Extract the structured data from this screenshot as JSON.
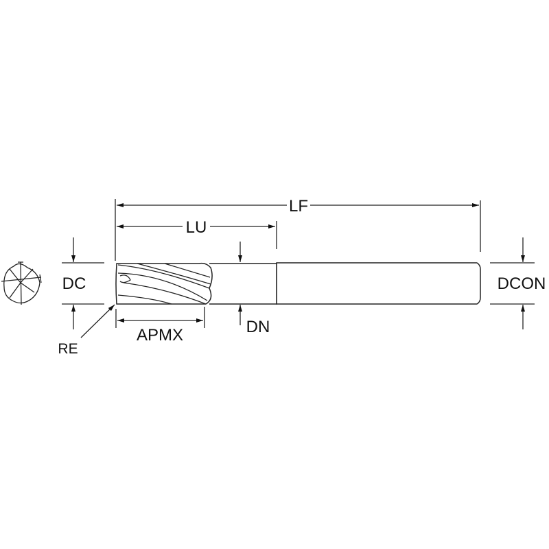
{
  "diagram": {
    "labels": {
      "lf": "LF",
      "lu": "LU",
      "dc": "DC",
      "dcon": "DCON",
      "dn": "DN",
      "apmx": "APMX",
      "re": "RE"
    },
    "line_color": "#222222"
  }
}
